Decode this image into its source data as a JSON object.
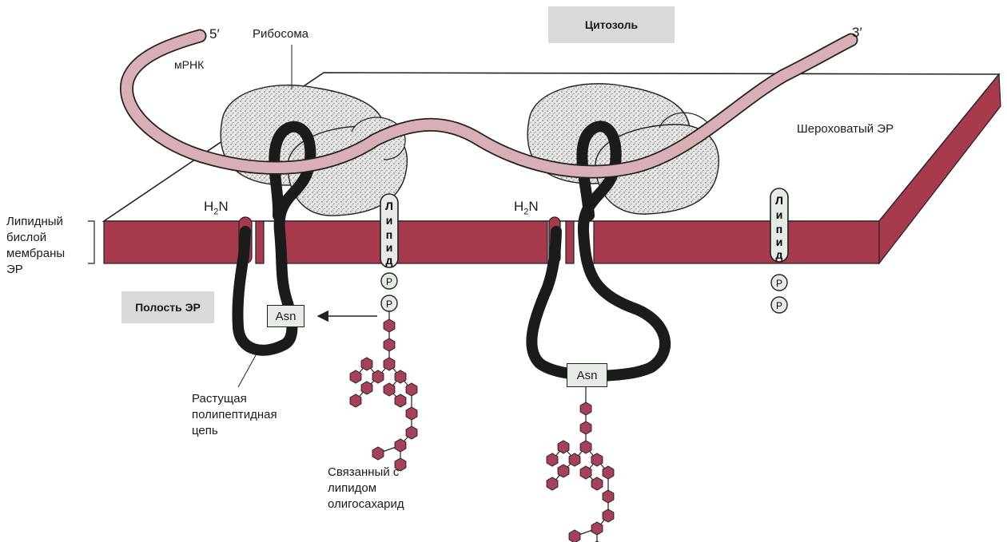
{
  "labels": {
    "cytosol": "Цитозоль",
    "lumen": "Полость ЭР",
    "rough_er": "Шероховатый ЭР",
    "ribosome": "Рибосома",
    "mrna": "мРНК",
    "five_prime": "5′",
    "three_prime": "3′",
    "lipid_bilayer": [
      "Липидный",
      "бислой",
      "мембраны",
      "ЭР"
    ],
    "h2n_left": "H",
    "h2n_right": "H",
    "h2n_sub": "2",
    "h2n_n": "N",
    "growing_chain": [
      "Растущая",
      "полипептидная",
      "цепь"
    ],
    "lipid_oligo": [
      "Связанный с",
      "липидом",
      "олигосахарид"
    ],
    "asn": "Asn",
    "lipid_letters": [
      "Л",
      "и",
      "п",
      "и",
      "д"
    ],
    "phosphate": "P"
  },
  "colors": {
    "membrane": "#a83a4e",
    "membrane_dark": "#7d2435",
    "mrna": "#d9aeb4",
    "chain": "#1b1b1b",
    "sugar": "#a8405a",
    "ribosome": "#e2e2e2",
    "label_box": "#d9d9d9"
  },
  "icons": [
    "ribosome-shape",
    "hexagon-sugar",
    "phosphate-circle",
    "arrow-left"
  ]
}
